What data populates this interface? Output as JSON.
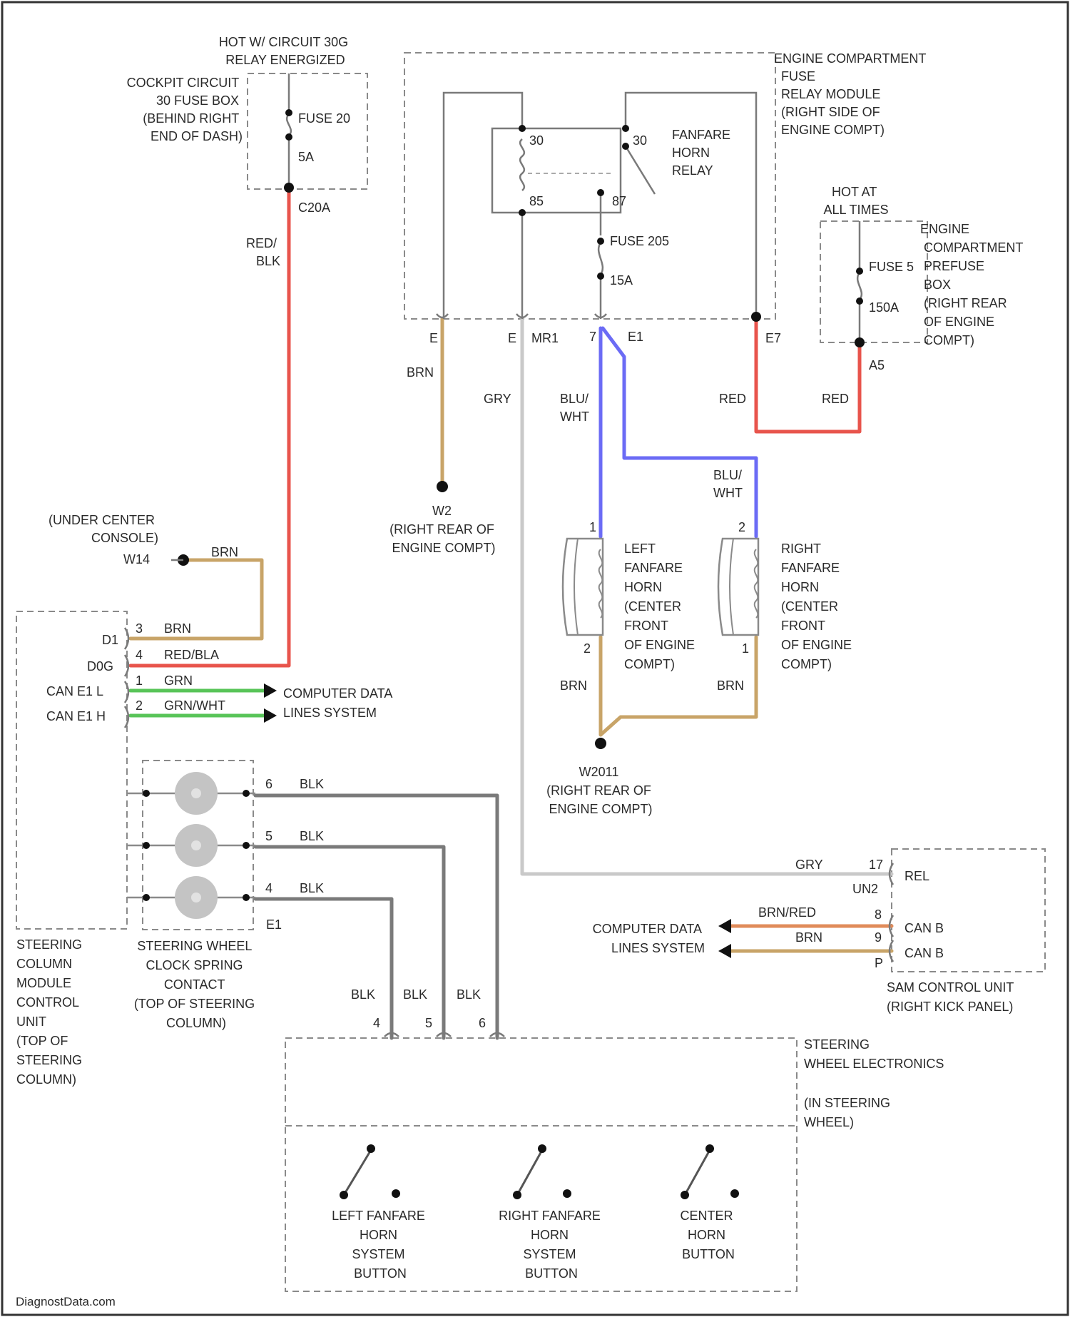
{
  "colors": {
    "red": "#e8544c",
    "brn": "#c8a468",
    "gry": "#c9c9c9",
    "blu": "#6b6bf5",
    "grn": "#58c458",
    "blk": "#7a7a7a",
    "frame": "#555555"
  },
  "labels": {
    "hot_circuit": [
      "HOT W/ CIRCUIT 30G",
      "RELAY ENERGIZED"
    ],
    "cockpit_fuse_box": [
      "COCKPIT CIRCUIT",
      "30 FUSE BOX",
      "(BEHIND RIGHT",
      "END OF DASH)"
    ],
    "fuse_20": "FUSE 20",
    "fuse_20_amp": "5A",
    "c_20a": "C20A",
    "red_blk": [
      "RED/",
      "BLK"
    ],
    "engine_fuse_module": [
      "ENGINE COMPARTMENT",
      "FUSE",
      "RELAY MODULE",
      "(RIGHT SIDE OF",
      "ENGINE COMPT)"
    ],
    "relay": [
      "FANFARE",
      "HORN",
      "RELAY"
    ],
    "pin_30a": "30",
    "pin_30b": "30",
    "pin_85": "85",
    "pin_87": "87",
    "fuse_205": "FUSE 205",
    "fuse_205_amp": "15A",
    "pin_e_left": "E",
    "pin_e_mid": "E",
    "pin_mr1": "MR1",
    "pin_7": "7",
    "pin_e1": "E1",
    "pin_e7": "E7",
    "hot_all_times": [
      "HOT AT",
      "ALL TIMES"
    ],
    "prefuse_box": [
      "ENGINE",
      "COMPARTMENT",
      "PREFUSE",
      "BOX",
      "(RIGHT REAR",
      "OF ENGINE",
      "COMPT)"
    ],
    "fuse_5": "FUSE 5",
    "fuse_5_amp": "150A",
    "pin_a5": "A5",
    "brn": "BRN",
    "gry": "GRY",
    "blu_wht_1": [
      "BLU/",
      "WHT"
    ],
    "blu_wht_2": [
      "BLU/",
      "WHT"
    ],
    "red_1": "RED",
    "red_2": "RED",
    "ground_w2": [
      "W2",
      "(RIGHT REAR OF",
      "ENGINE COMPT)"
    ],
    "pin_1_left": "1",
    "pin_2_right": "2",
    "left_horn": [
      "LEFT",
      "FANFARE",
      "HORN",
      "(CENTER",
      "FRONT",
      "OF ENGINE",
      "COMPT)"
    ],
    "right_horn": [
      "RIGHT",
      "FANFARE",
      "HORN",
      "(CENTER",
      "FRONT",
      "OF ENGINE",
      "COMPT)"
    ],
    "pin_2_left_bottom": "2",
    "pin_1_right_bottom": "1",
    "brn_left": "BRN",
    "brn_right": "BRN",
    "ground_w2011": [
      "W2011",
      "(RIGHT REAR OF",
      "ENGINE COMPT)"
    ],
    "under_center_console": [
      "(UNDER CENTER",
      "CONSOLE)"
    ],
    "w14": "W14",
    "brn_w14": "BRN",
    "scm_pin_3": "3",
    "scm_pin_4": "4",
    "scm_pin_1": "1",
    "scm_pin_2": "2",
    "d1": "D1",
    "brn_scm": "BRN",
    "red_bla": "RED/BLA",
    "grn": "GRN",
    "grn_wht": "GRN/WHT",
    "can_e1_l": "CAN E1 L",
    "can_e1_h": "CAN E1 H",
    "d0g": "D0G",
    "computer_data_1": [
      "COMPUTER DATA",
      "LINES SYSTEM"
    ],
    "clock_pin_6": "6",
    "clock_pin_5": "5",
    "clock_pin_4": "4",
    "blk_6": "BLK",
    "blk_5": "BLK",
    "blk_4": "BLK",
    "e1": "E1",
    "scm_module": [
      "STEERING",
      "COLUMN",
      "MODULE",
      "CONTROL",
      "UNIT",
      "(TOP OF",
      "STEERING",
      "COLUMN)"
    ],
    "clock_spring": [
      "STEERING WHEEL",
      "CLOCK SPRING",
      "CONTACT",
      "(TOP OF STEERING",
      "COLUMN)"
    ],
    "gry_sam": "GRY",
    "sam_pin_17": "17",
    "sam_un2": "UN2",
    "rel": "REL",
    "sam_pin_8": "8",
    "sam_pin_9": "9",
    "sam_pin_p": "P",
    "brn_red": "BRN/RED",
    "brn_sam": "BRN",
    "can_b_1": "CAN B",
    "can_b_2": "CAN B",
    "computer_data_2": [
      "COMPUTER DATA",
      "LINES SYSTEM"
    ],
    "sam_unit": [
      "SAM CONTROL UNIT",
      "(RIGHT KICK PANEL)"
    ],
    "blk_a": "BLK",
    "blk_b": "BLK",
    "blk_c": "BLK",
    "swe_pin_4": "4",
    "swe_pin_5": "5",
    "swe_pin_6": "6",
    "steering_electronics": [
      "STEERING",
      "WHEEL ELECTRONICS"
    ],
    "in_steering_wheel": [
      "(IN STEERING",
      "WHEEL)"
    ],
    "left_button": [
      "LEFT FANFARE",
      "HORN",
      "SYSTEM",
      "BUTTON"
    ],
    "right_button": [
      "RIGHT FANFARE",
      "HORN",
      "SYSTEM",
      "BUTTON"
    ],
    "center_button": [
      "CENTER",
      "HORN",
      "BUTTON"
    ],
    "watermark": "DiagnostData.com"
  }
}
